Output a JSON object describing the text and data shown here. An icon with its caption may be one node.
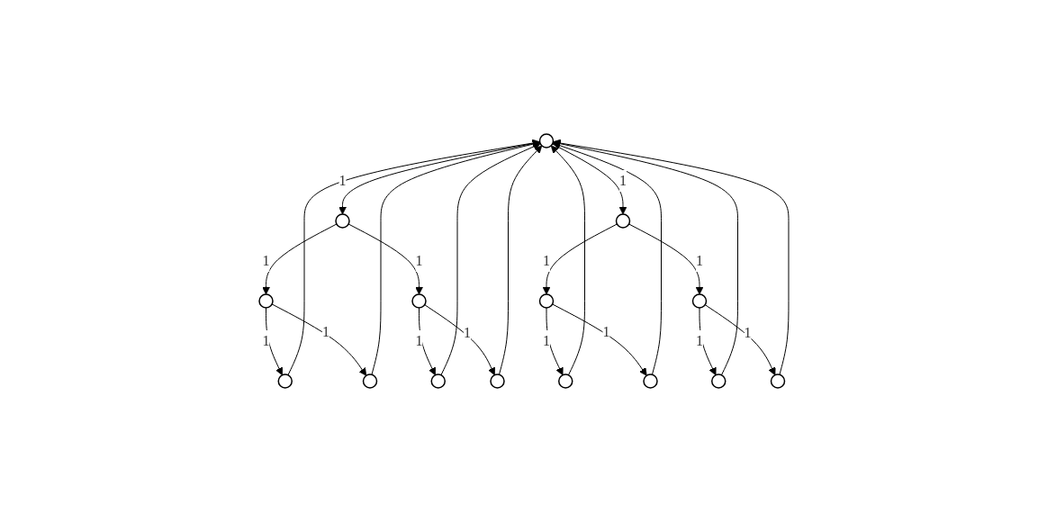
{
  "diagram": {
    "nodes": [
      {
        "text": [],
        "shape": "circle"
      },
      {
        "text": [],
        "shape": "circle"
      },
      {
        "text": [],
        "shape": "circle"
      },
      {
        "text": [],
        "shape": "circle"
      },
      {
        "text": [],
        "shape": "circle"
      },
      {
        "text": [],
        "shape": "circle"
      },
      {
        "text": [],
        "shape": "circle"
      },
      {
        "text": [],
        "shape": "circle"
      },
      {
        "text": [],
        "shape": "circle"
      },
      {
        "text": [],
        "shape": "circle"
      },
      {
        "text": [],
        "shape": "circle"
      },
      {
        "text": [],
        "shape": "circle"
      },
      {
        "text": [],
        "shape": "circle"
      },
      {
        "text": [],
        "shape": "circle"
      },
      {
        "text": [],
        "shape": "circle"
      }
    ],
    "edges": [
      {
        "from": 0,
        "to": 1,
        "arrow": "to",
        "label": "1"
      },
      {
        "from": 0,
        "to": 2,
        "arrow": "to",
        "label": "1"
      },
      {
        "from": 1,
        "to": 3,
        "arrow": "to",
        "label": "1"
      },
      {
        "from": 1,
        "to": 4,
        "arrow": "to",
        "label": "1"
      },
      {
        "from": 2,
        "to": 5,
        "arrow": "to",
        "label": "1"
      },
      {
        "from": 2,
        "to": 6,
        "arrow": "to",
        "label": "1"
      },
      {
        "from": 3,
        "to": 7,
        "arrow": "to",
        "label": "1"
      },
      {
        "from": 3,
        "to": 8,
        "arrow": "to",
        "label": "1"
      },
      {
        "from": 4,
        "to": 9,
        "arrow": "to",
        "label": "1"
      },
      {
        "from": 4,
        "to": 10,
        "arrow": "to",
        "label": "1"
      },
      {
        "from": 5,
        "to": 11,
        "arrow": "to",
        "label": "1"
      },
      {
        "from": 5,
        "to": 12,
        "arrow": "to",
        "label": "1"
      },
      {
        "from": 6,
        "to": 13,
        "arrow": "to",
        "label": "1"
      },
      {
        "from": 6,
        "to": 14,
        "arrow": "to",
        "label": "1"
      },
      {
        "from": 7,
        "to": 0,
        "arrow": "to"
      },
      {
        "from": 8,
        "to": 0,
        "arrow": "to"
      },
      {
        "from": 9,
        "to": 0,
        "arrow": "to"
      },
      {
        "from": 10,
        "to": 0,
        "arrow": "to"
      },
      {
        "from": 11,
        "to": 0,
        "arrow": "to"
      },
      {
        "from": 12,
        "to": 0,
        "arrow": "to"
      },
      {
        "from": 13,
        "to": 0,
        "arrow": "to"
      },
      {
        "from": 14,
        "to": 0,
        "arrow": "to"
      }
    ]
  }
}
